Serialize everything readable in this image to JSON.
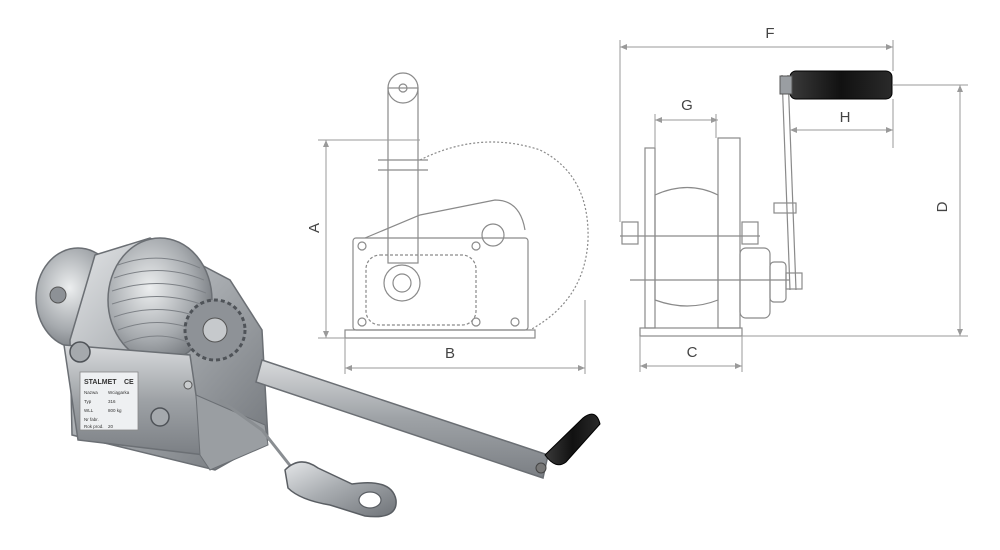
{
  "dimension_labels": {
    "a": "A",
    "b": "B",
    "c": "C",
    "d": "D",
    "f": "F",
    "g": "G",
    "h": "H"
  },
  "nameplate": {
    "brand": "STALMET",
    "mark": "CE",
    "rows": [
      "Nazwa",
      "Typ",
      "WLL",
      "Nr fabr.",
      "Rok prod."
    ],
    "values": [
      "Wciągarka",
      "316",
      "800 kg",
      "",
      "20"
    ]
  },
  "colors": {
    "line": "#8a8a8a",
    "dimension": "#9a9a9a",
    "steel": "#b9bcbf",
    "handle": "#1c1c1c"
  }
}
